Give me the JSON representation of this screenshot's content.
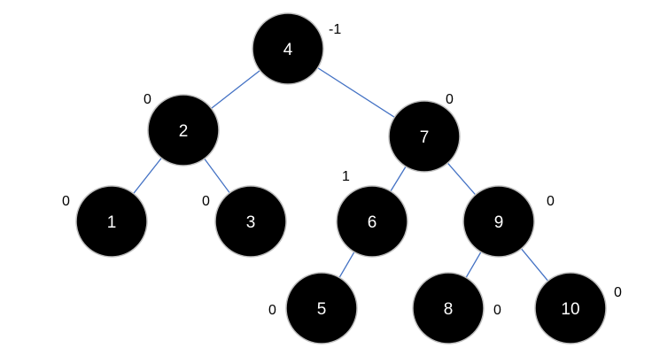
{
  "tree": {
    "nodes": [
      {
        "id": "n4",
        "label": "4",
        "balance": "-1"
      },
      {
        "id": "n2",
        "label": "2",
        "balance": "0"
      },
      {
        "id": "n7",
        "label": "7",
        "balance": "0"
      },
      {
        "id": "n1",
        "label": "1",
        "balance": "0"
      },
      {
        "id": "n3",
        "label": "3",
        "balance": "0"
      },
      {
        "id": "n6",
        "label": "6",
        "balance": "1"
      },
      {
        "id": "n9",
        "label": "9",
        "balance": "0"
      },
      {
        "id": "n5",
        "label": "5",
        "balance": "0"
      },
      {
        "id": "n8",
        "label": "8",
        "balance": "0"
      },
      {
        "id": "n10",
        "label": "10",
        "balance": "0"
      }
    ],
    "edges": [
      [
        "n4",
        "n2"
      ],
      [
        "n4",
        "n7"
      ],
      [
        "n2",
        "n1"
      ],
      [
        "n2",
        "n3"
      ],
      [
        "n7",
        "n6"
      ],
      [
        "n7",
        "n9"
      ],
      [
        "n6",
        "n5"
      ],
      [
        "n9",
        "n8"
      ],
      [
        "n9",
        "n10"
      ]
    ],
    "colors": {
      "node_fill": "#000000",
      "node_text": "#ffffff",
      "edge": "#4472c4",
      "balance_text": "#000000"
    }
  }
}
